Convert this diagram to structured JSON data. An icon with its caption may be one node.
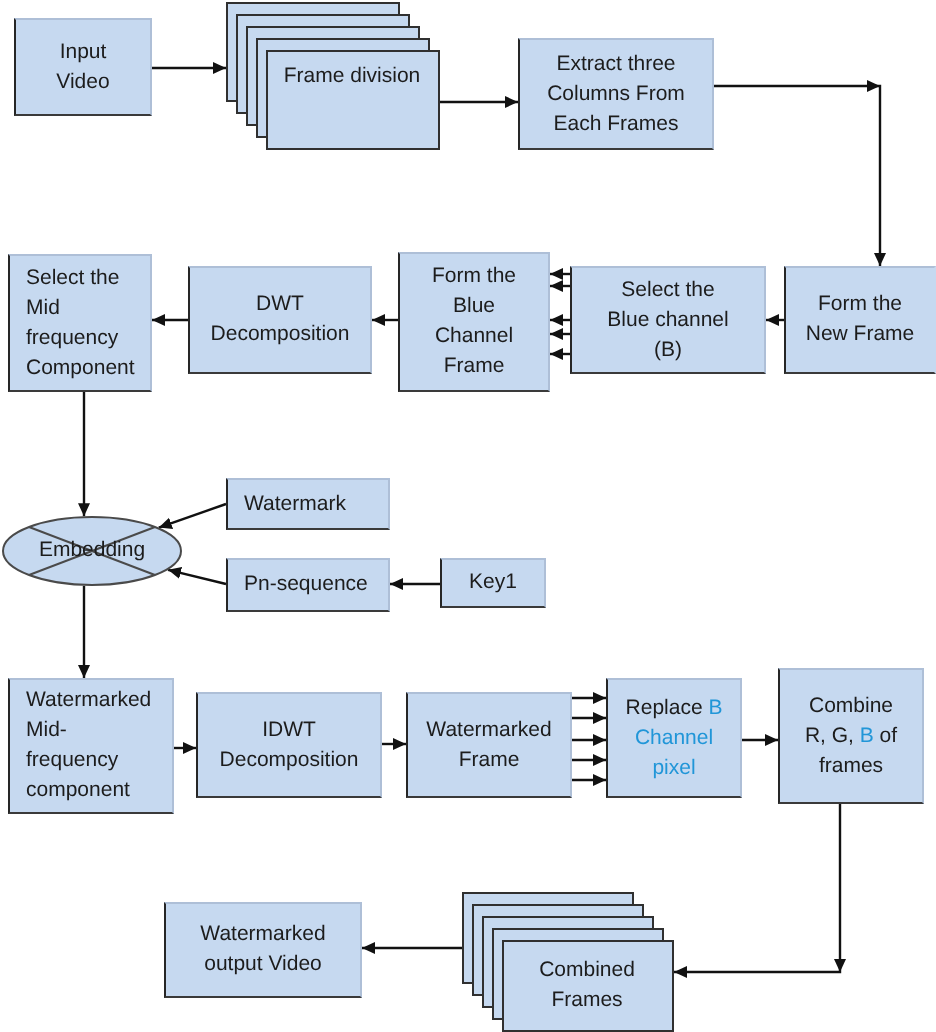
{
  "diagram": {
    "nodes": [
      {
        "text": [
          "Input Video"
        ]
      },
      {
        "text": [
          "Frame division"
        ]
      },
      {
        "text": [
          "Extract three Columns From Each Frames"
        ]
      },
      {
        "text": [
          "Form the New Frame"
        ]
      },
      {
        "text": [
          "Select the Blue channel (B)"
        ]
      },
      {
        "text": [
          "Form the Blue Channel Frame"
        ]
      },
      {
        "text": [
          "DWT Decomposition"
        ]
      },
      {
        "text": [
          "Select the Mid frequency Component"
        ]
      },
      {
        "text": [
          "Embedding"
        ]
      },
      {
        "text": [
          "Watermark"
        ]
      },
      {
        "text": [
          "Pn-sequence"
        ]
      },
      {
        "text": [
          "Key1"
        ]
      },
      {
        "text": [
          "Watermarked Mid- frequency component"
        ]
      },
      {
        "text": [
          "IDWT Decomposition"
        ]
      },
      {
        "text": [
          "Watermarked Frame"
        ]
      },
      {
        "text": [
          "Replace B Channel pixel"
        ]
      },
      {
        "text": [
          "Combine R, G, B of frames"
        ]
      },
      {
        "text": [
          "Combined Frames"
        ]
      },
      {
        "text": [
          "Watermarked output Video"
        ]
      }
    ],
    "edges": [
      {
        "from": 0,
        "to": 1,
        "arrow": "to"
      },
      {
        "from": 1,
        "to": 2,
        "arrow": "to"
      },
      {
        "from": 2,
        "to": 3,
        "arrow": "to"
      },
      {
        "from": 3,
        "to": 4,
        "arrow": "to"
      },
      {
        "from": 4,
        "to": 5,
        "arrow": "to"
      },
      {
        "from": 4,
        "to": 5,
        "arrow": "to"
      },
      {
        "from": 4,
        "to": 5,
        "arrow": "to"
      },
      {
        "from": 4,
        "to": 5,
        "arrow": "to"
      },
      {
        "from": 4,
        "to": 5,
        "arrow": "to"
      },
      {
        "from": 5,
        "to": 6,
        "arrow": "to"
      },
      {
        "from": 6,
        "to": 7,
        "arrow": "to"
      },
      {
        "from": 7,
        "to": 8,
        "arrow": "to"
      },
      {
        "from": 9,
        "to": 8,
        "arrow": "to"
      },
      {
        "from": 10,
        "to": 8,
        "arrow": "to"
      },
      {
        "from": 11,
        "to": 10,
        "arrow": "to"
      },
      {
        "from": 8,
        "to": 12,
        "arrow": "to"
      },
      {
        "from": 12,
        "to": 13,
        "arrow": "to"
      },
      {
        "from": 13,
        "to": 14,
        "arrow": "to"
      },
      {
        "from": 14,
        "to": 15,
        "arrow": "to"
      },
      {
        "from": 14,
        "to": 15,
        "arrow": "to"
      },
      {
        "from": 14,
        "to": 15,
        "arrow": "to"
      },
      {
        "from": 14,
        "to": 15,
        "arrow": "to"
      },
      {
        "from": 14,
        "to": 15,
        "arrow": "to"
      },
      {
        "from": 15,
        "to": 16,
        "arrow": "to"
      },
      {
        "from": 16,
        "to": 17,
        "arrow": "to"
      },
      {
        "from": 17,
        "to": 18,
        "arrow": "to"
      }
    ]
  }
}
